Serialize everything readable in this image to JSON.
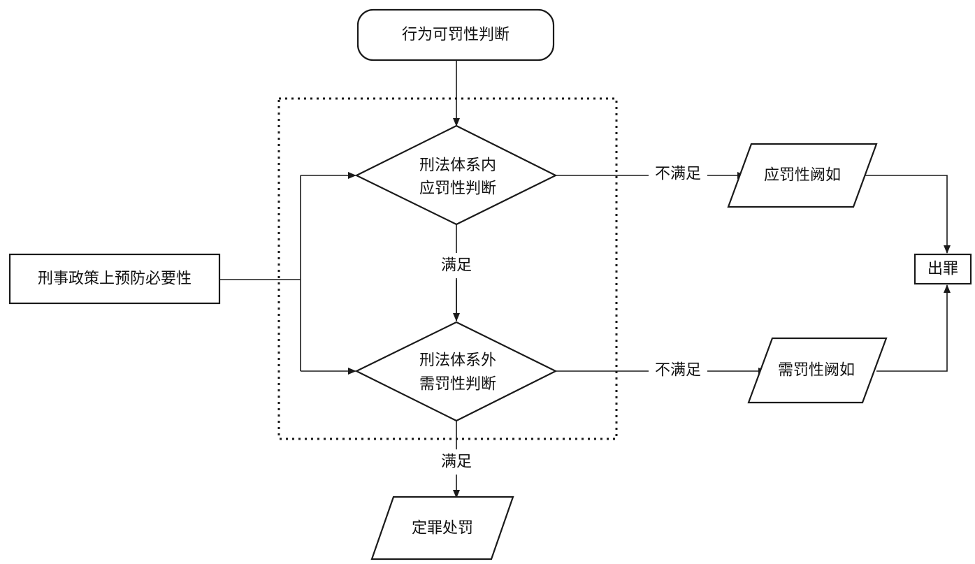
{
  "nodes": {
    "start": "行为可罚性判断",
    "policy": "刑事政策上预防必要性",
    "decision_inner": [
      "刑法体系内",
      "应罚性判断"
    ],
    "decision_outer": [
      "刑法体系外",
      "需罚性判断"
    ],
    "lack_punishability": "应罚性阙如",
    "lack_necessity": "需罚性阙如",
    "exit_crime": "出罪",
    "convict": "定罪处罚"
  },
  "edges": {
    "satisfied": "满足",
    "not_satisfied": "不满足"
  }
}
